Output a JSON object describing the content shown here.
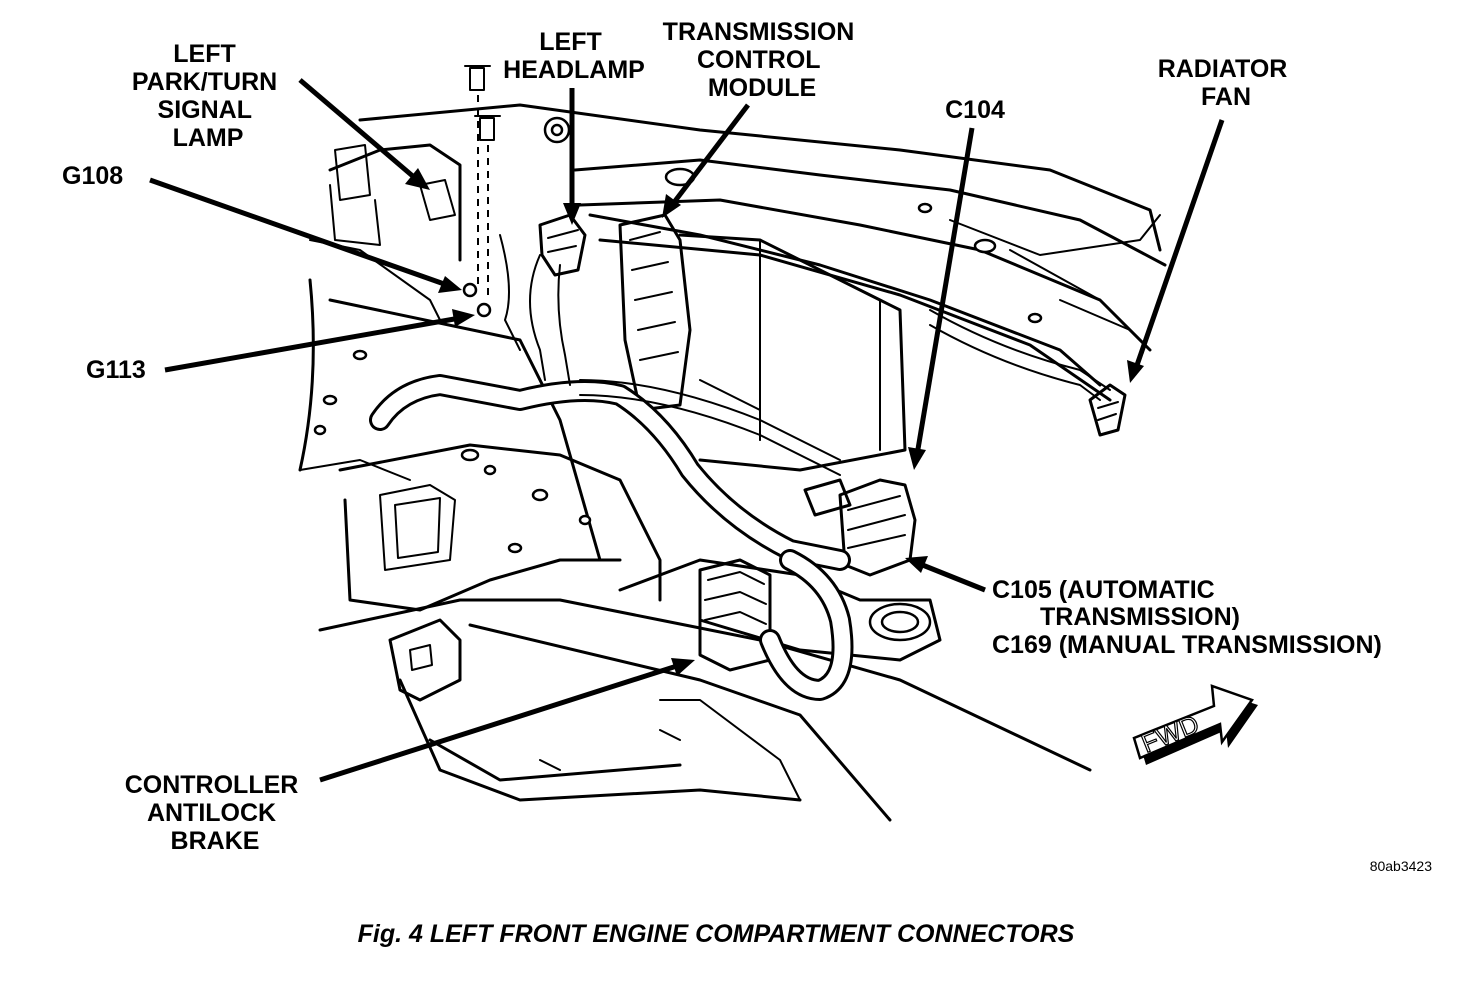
{
  "labels": {
    "left_park_turn": [
      "LEFT",
      "PARK/TURN",
      "SIGNAL",
      "LAMP"
    ],
    "left_headlamp": [
      "LEFT",
      "HEADLAMP"
    ],
    "tcm": [
      "TRANSMISSION",
      "CONTROL",
      "MODULE"
    ],
    "c104": "C104",
    "radiator_fan": [
      "RADIATOR",
      "FAN"
    ],
    "g108": "G108",
    "g113": "G113",
    "c105": [
      "C105 (AUTOMATIC",
      "TRANSMISSION)",
      "C169 (MANUAL TRANSMISSION)"
    ],
    "controller": [
      "CONTROLLER",
      "ANTILOCK",
      "BRAKE"
    ]
  },
  "fwd": "FWD",
  "figure_id": "80ab3423",
  "caption": "Fig. 4 LEFT FRONT ENGINE COMPARTMENT CONNECTORS"
}
